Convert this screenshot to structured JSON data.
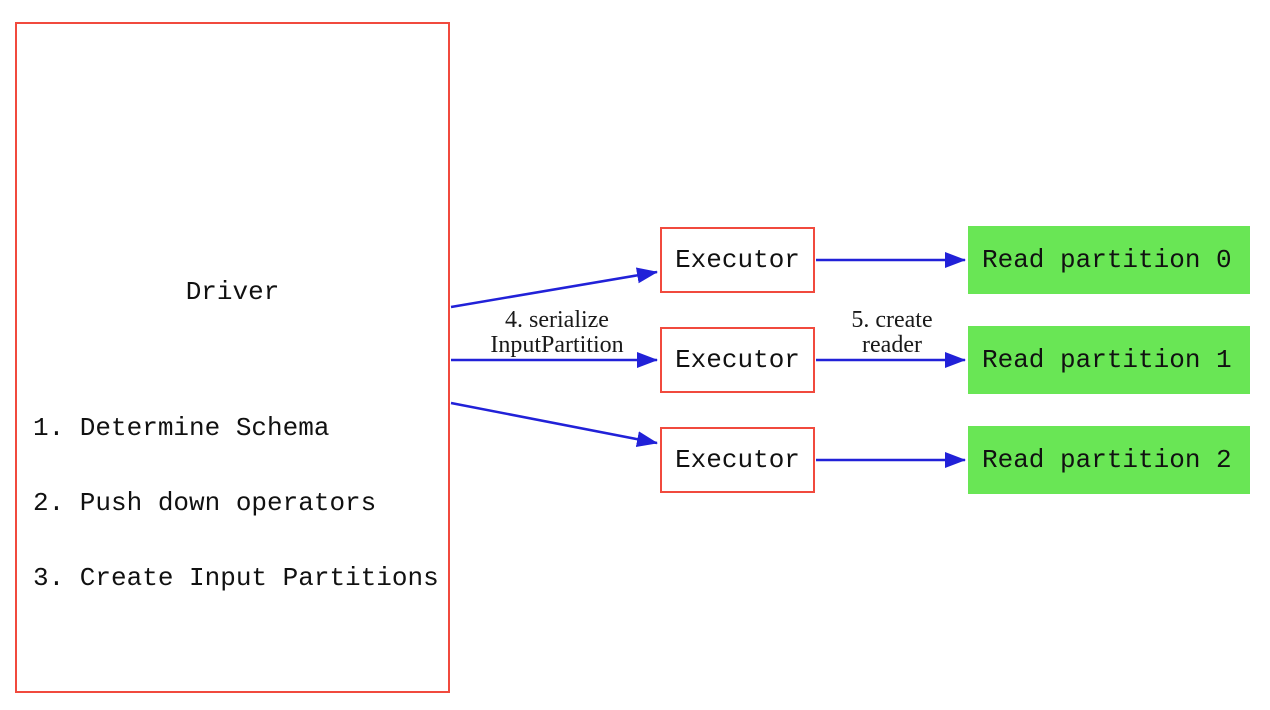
{
  "colors": {
    "background": "#ffffff",
    "box_border_red": "#f14a3e",
    "arrow_blue": "#2121d8",
    "partition_green": "#69e655",
    "text": "#111111"
  },
  "driver": {
    "title": "Driver",
    "steps": [
      "1. Determine Schema",
      "2. Push down operators",
      "3. Create Input Partitions"
    ]
  },
  "executors": [
    "Executor",
    "Executor",
    "Executor"
  ],
  "partitions": [
    "Read partition 0",
    "Read partition 1",
    "Read partition 2"
  ],
  "edge_labels": {
    "serialize_line1": "4. serialize",
    "serialize_line2": "InputPartition",
    "reader_line1": "5. create",
    "reader_line2": "reader"
  }
}
